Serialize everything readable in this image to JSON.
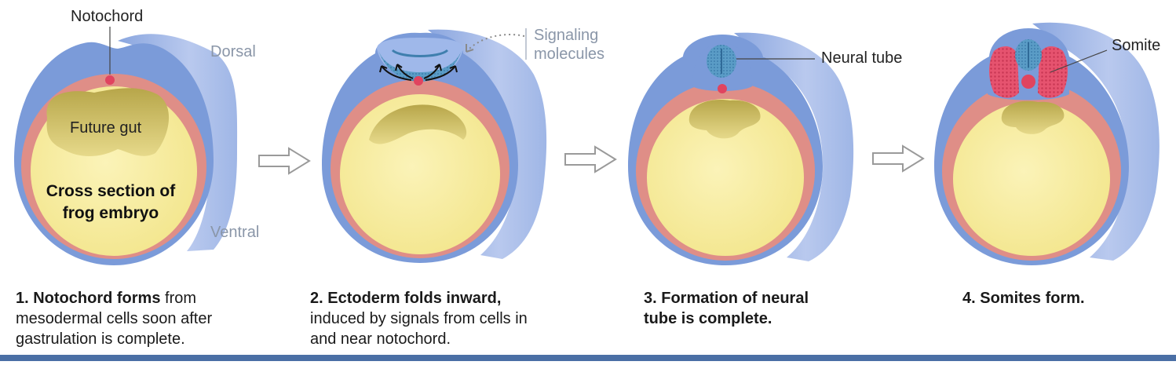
{
  "colors": {
    "ectoderm_blue": "#7b9bd9",
    "ectoderm_side": "#a9bde8",
    "mesoderm_pink": "#df8e87",
    "yolk_yellow": "#f7eda4",
    "gut_olive": "#cdbd5c",
    "notochord_red": "#e0445f",
    "neural_blue": "#5da0c8",
    "somite_red": "#e44d6a",
    "arrow_outline": "#9a9a9a",
    "bottom_bar": "#4a6fa5"
  },
  "panel1": {
    "notochord_label": "Notochord",
    "dorsal_label": "Dorsal",
    "ventral_label": "Ventral",
    "future_gut_label": "Future gut",
    "cross_section_line1": "Cross section of",
    "cross_section_line2": "frog embryo",
    "caption_bold": "1. Notochord forms",
    "caption_rest1": " from",
    "caption_line2": "mesodermal cells soon after",
    "caption_line3": "gastrulation is complete."
  },
  "panel2": {
    "signaling_line1": "Signaling",
    "signaling_line2": "molecules",
    "caption_line1": "2. Ectoderm folds inward,",
    "caption_line2": "induced by signals from cells in",
    "caption_line3": "and near notochord."
  },
  "panel3": {
    "neural_tube_label": "Neural tube",
    "caption_line1": "3. Formation of neural",
    "caption_line2": "tube is complete."
  },
  "panel4": {
    "somite_label": "Somite",
    "caption_line1": "4. Somites form."
  }
}
